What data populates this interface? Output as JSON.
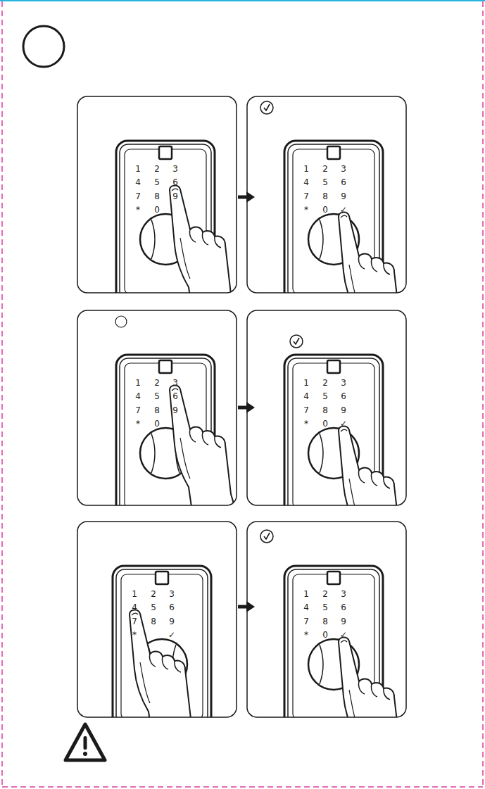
{
  "diagram": {
    "labels": [
      "1",
      "2",
      "3",
      "4",
      "5",
      "6",
      "7",
      "8",
      "9",
      "*",
      "0",
      "1",
      "2",
      "3",
      "4",
      "5",
      "6",
      "7",
      "8",
      "9",
      "*",
      "0",
      "✓",
      "1",
      "2",
      "3",
      "4",
      "5",
      "6",
      "7",
      "8",
      "9",
      "*",
      "0",
      "1",
      "2",
      "3",
      "4",
      "5",
      "6",
      "7",
      "8",
      "9",
      "*",
      "0",
      "✓",
      "1",
      "2",
      "3",
      "4",
      "5",
      "6",
      "7",
      "8",
      "9",
      "*",
      "✓",
      "1",
      "2",
      "3",
      "4",
      "5",
      "6",
      "7",
      "8",
      "9",
      "*",
      "0",
      "✓"
    ]
  }
}
